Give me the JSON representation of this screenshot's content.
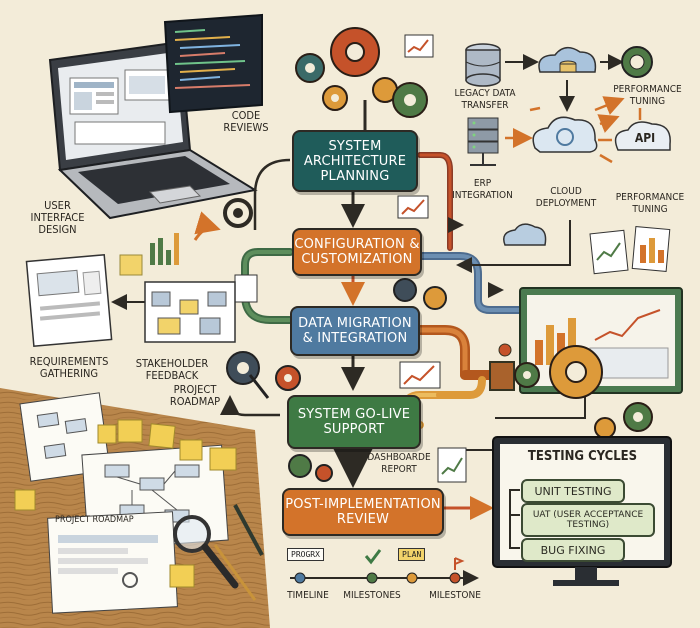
{
  "flow": {
    "step1": "SYSTEM ARCHITECTURE PLANNING",
    "step2": "CONFIGURATION & CUSTOMIZATION",
    "step3": "DATA MIGRATION & INTEGRATION",
    "step4": "SYSTEM GO-LIVE SUPPORT",
    "step5": "POST-IMPLEMENTATION REVIEW"
  },
  "labels": {
    "code_reviews": "CODE REVIEWS",
    "ui_design": "USER INTERFACE DESIGN",
    "legacy": "LEGACY DATA TRANSFER",
    "perf_top": "PERFORMANCE TUNING",
    "api": "API",
    "erp": "ERP INTEGRATION",
    "cloud": "CLOUD DEPLOYMENT",
    "perf_bottom": "PERFORMANCE TUNING",
    "requirements": "REQUIREMENTS GATHERING",
    "stakeholder": "STAKEHOLDER FEEDBACK",
    "roadmap": "PROJECT ROADMAP",
    "roadmap_doc": "PROJECT ROADMAP",
    "dashboard": "DASHBOARDE REPORT"
  },
  "testing": {
    "title": "TESTING CYCLES",
    "items": [
      "UNIT TESTING",
      "UAT (USER ACCEPTANCE TESTING)",
      "BUG FIXING"
    ]
  },
  "timeline": {
    "tags": [
      "PROGRX",
      "PLAN"
    ],
    "labels": [
      "TIMELINE",
      "MILESTONES",
      "MILESTONE"
    ]
  },
  "colors": {
    "teal": "#1f5c5a",
    "orange": "#d3732a",
    "blue": "#4f7aa0",
    "green": "#3e7a44",
    "paper": "#f3ecd9"
  }
}
